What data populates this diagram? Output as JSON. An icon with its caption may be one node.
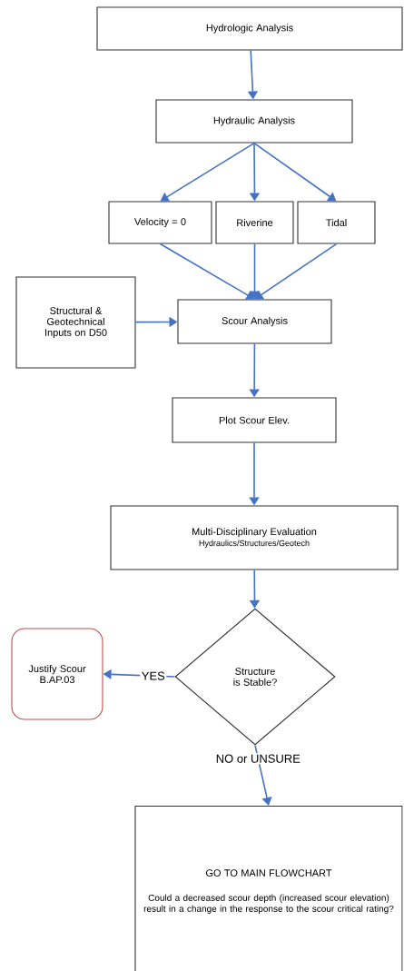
{
  "diagram": {
    "nodes": [
      {
        "text": [
          "Hydrologic Analysis"
        ]
      },
      {
        "text": [
          "Hydraulic Analysis"
        ]
      },
      {
        "text": [
          "Velocity = 0"
        ]
      },
      {
        "text": [
          "Riverine"
        ]
      },
      {
        "text": [
          "Tidal"
        ]
      },
      {
        "text": [
          "Structural & Geotechnical Inputs on D50"
        ]
      },
      {
        "text": [
          "Scour Analysis"
        ]
      },
      {
        "text": [
          "Plot Scour Elev."
        ]
      },
      {
        "text": [
          "Multi-Disciplinary Evaluation",
          "Hydraulics/Structures/Geotech"
        ]
      },
      {
        "text": [
          "Structure is Stable?"
        ]
      },
      {
        "text": [
          "Justify Scour B.AP.03"
        ]
      },
      {
        "text": [
          "GO TO MAIN FLOWCHART",
          "Could a decreased scour depth (increased scour elevation) result in a change in the response to the scour critical rating?"
        ]
      }
    ],
    "edges": [
      {
        "from": 0,
        "to": 1,
        "arrow": "to"
      },
      {
        "from": 1,
        "to": 2,
        "arrow": "to"
      },
      {
        "from": 1,
        "to": 3,
        "arrow": "to"
      },
      {
        "from": 1,
        "to": 4,
        "arrow": "to"
      },
      {
        "from": 2,
        "to": 6,
        "arrow": "to"
      },
      {
        "from": 3,
        "to": 6,
        "arrow": "to"
      },
      {
        "from": 4,
        "to": 6,
        "arrow": "to"
      },
      {
        "from": 5,
        "to": 6,
        "arrow": "to"
      },
      {
        "from": 6,
        "to": 7,
        "arrow": "to"
      },
      {
        "from": 7,
        "to": 8,
        "arrow": "to"
      },
      {
        "from": 8,
        "to": 9,
        "arrow": "to"
      },
      {
        "from": 9,
        "to": 10,
        "arrow": "to",
        "label": "YES"
      },
      {
        "from": 9,
        "to": 11,
        "arrow": "to",
        "label": "NO or UNSURE"
      }
    ]
  }
}
